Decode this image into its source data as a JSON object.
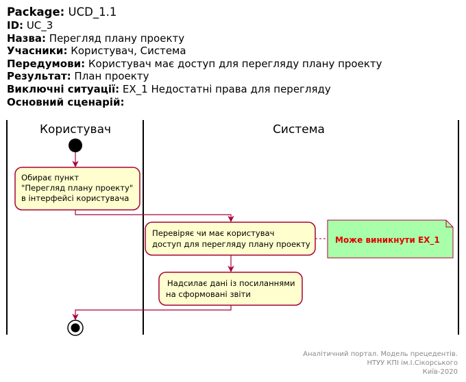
{
  "header": {
    "package_key": "Package:",
    "package_val": "UCD_1.1",
    "id_key": "ID:",
    "id_val": "UC_3",
    "name_key": "Назва:",
    "name_val": "Перегляд плану проекту",
    "actors_key": "Учасники:",
    "actors_val": "Користувач, Система",
    "pre_key": "Передумови:",
    "pre_val": "Користувач має доступ для перегляду плану проекту",
    "result_key": "Результат:",
    "result_val": "План проекту",
    "exc_key": "Виключні ситуації:",
    "exc_val": "EX_1 Недостатні права для перегляду",
    "main_key": "Основний сценарій:"
  },
  "lanes": {
    "user": "Користувач",
    "system": "Система"
  },
  "activities": {
    "select_l1": "Обирає пункт",
    "select_l2": "\"Перегляд плану проекту\"",
    "select_l3": "в інтерфейсі користувача",
    "check_l1": "Перевіряє чи має користувач",
    "check_l2": "доступ для перегляду плану проекту",
    "send_l1": "Надсилає дані із посиланнями",
    "send_l2": "на сформовані звіти"
  },
  "note": {
    "text": "Може виникнути EX_1"
  },
  "footer": {
    "line1": "Аналітичний портал. Модель прецедентів.",
    "line2": "НТУУ КПІ ім.І.Сікорського",
    "line3": "Київ-2020"
  },
  "colors": {
    "activity_fill": "#FEFECE",
    "activity_border": "#A80036",
    "arrow": "#A80036",
    "note_fill": "#A9FFA9",
    "note_text": "#E00000",
    "footer_text": "#888888"
  }
}
